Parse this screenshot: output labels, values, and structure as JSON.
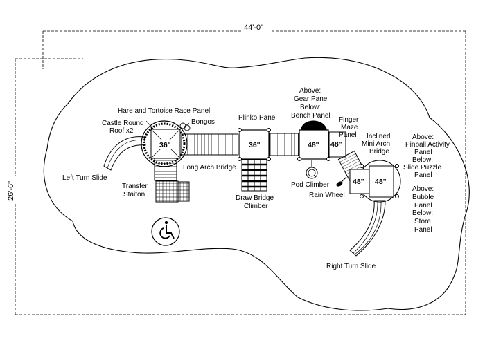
{
  "dimensions": {
    "width": "44'-0\"",
    "height": "26'-6\""
  },
  "platform_heights": {
    "p1": "36\"",
    "p2": "36\"",
    "p3": "48\"",
    "p4": "48\"",
    "p5": "48\"",
    "p6": "48\""
  },
  "labels": {
    "hare_tortoise": "Hare and Tortoise Race Panel",
    "castle_roof_1": "Castle Round",
    "castle_roof_2": "Roof x2",
    "bongos": "Bongos",
    "plinko": "Plinko Panel",
    "above_gear_1": "Above:",
    "above_gear_2": "Gear Panel",
    "above_gear_3": "Below:",
    "above_gear_4": "Bench Panel",
    "finger_maze_1": "Finger",
    "finger_maze_2": "Maze",
    "finger_maze_3": "Panel",
    "inclined_1": "Inclined",
    "inclined_2": "Mini Arch",
    "inclined_3": "Bridge",
    "pinball_1": "Above:",
    "pinball_2": "Pinball Activity",
    "pinball_3": "Panel",
    "pinball_4": "Below:",
    "pinball_5": "Slide Puzzle",
    "pinball_6": "Panel",
    "bubble_1": "Above:",
    "bubble_2": "Bubble",
    "bubble_3": "Panel",
    "bubble_4": "Below:",
    "bubble_5": "Store",
    "bubble_6": "Panel",
    "left_turn_slide": "Left Turn Slide",
    "long_arch_bridge": "Long Arch Bridge",
    "transfer_1": "Transfer",
    "transfer_2": "Staiton",
    "draw_bridge_1": "Draw Bridge",
    "draw_bridge_2": "Climber",
    "pod_climber": "Pod Climber",
    "rain_wheel": "Rain Wheel",
    "right_turn_slide": "Right Turn Slide"
  },
  "icons": {
    "accessibility": "wheelchair-icon"
  }
}
